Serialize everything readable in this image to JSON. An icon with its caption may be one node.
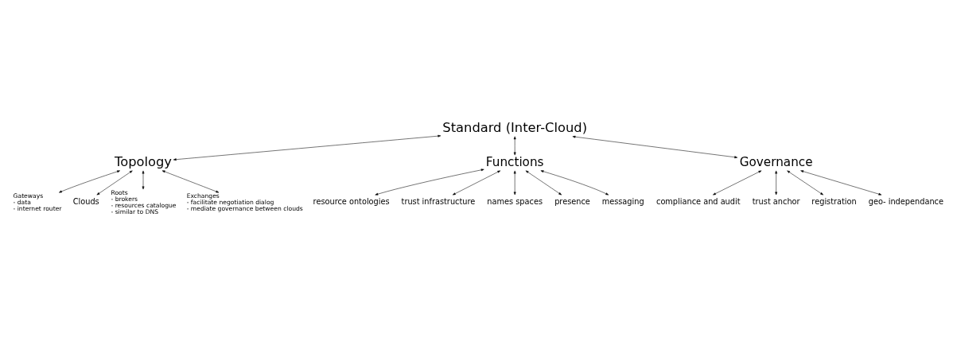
{
  "diagram": {
    "nodes": [
      {
        "text": [
          "Standard (Inter-Cloud)"
        ]
      },
      {
        "text": [
          "Topology"
        ]
      },
      {
        "text": [
          "Functions"
        ]
      },
      {
        "text": [
          "Governance"
        ]
      },
      {
        "text": [
          "Gateways",
          "- data",
          "- internet router"
        ]
      },
      {
        "text": [
          "Clouds"
        ]
      },
      {
        "text": [
          "Roots",
          "- brokers",
          "- resources catalogue",
          "- similar to DNS"
        ]
      },
      {
        "text": [
          "Exchanges",
          "- facilitate negotiation dialog",
          "- mediate governance between clouds"
        ]
      },
      {
        "text": [
          "resource ontologies"
        ]
      },
      {
        "text": [
          "trust infrastructure"
        ]
      },
      {
        "text": [
          "names spaces"
        ]
      },
      {
        "text": [
          "presence"
        ]
      },
      {
        "text": [
          "messaging"
        ]
      },
      {
        "text": [
          "compliance and audit"
        ]
      },
      {
        "text": [
          "trust anchor"
        ]
      },
      {
        "text": [
          "registration"
        ]
      },
      {
        "text": [
          "geo- independance"
        ]
      }
    ],
    "edges": [
      {
        "from": 0,
        "to": 1,
        "arrow": "both"
      },
      {
        "from": 0,
        "to": 2,
        "arrow": "both"
      },
      {
        "from": 0,
        "to": 3,
        "arrow": "both"
      },
      {
        "from": 1,
        "to": 4,
        "arrow": "both"
      },
      {
        "from": 1,
        "to": 5,
        "arrow": "both"
      },
      {
        "from": 1,
        "to": 6,
        "arrow": "both"
      },
      {
        "from": 1,
        "to": 7,
        "arrow": "both"
      },
      {
        "from": 2,
        "to": 8,
        "arrow": "both"
      },
      {
        "from": 2,
        "to": 9,
        "arrow": "both"
      },
      {
        "from": 2,
        "to": 10,
        "arrow": "both"
      },
      {
        "from": 2,
        "to": 11,
        "arrow": "both"
      },
      {
        "from": 2,
        "to": 12,
        "arrow": "both"
      },
      {
        "from": 3,
        "to": 13,
        "arrow": "both"
      },
      {
        "from": 3,
        "to": 14,
        "arrow": "both"
      },
      {
        "from": 3,
        "to": 15,
        "arrow": "both"
      },
      {
        "from": 3,
        "to": 16,
        "arrow": "both"
      }
    ]
  }
}
